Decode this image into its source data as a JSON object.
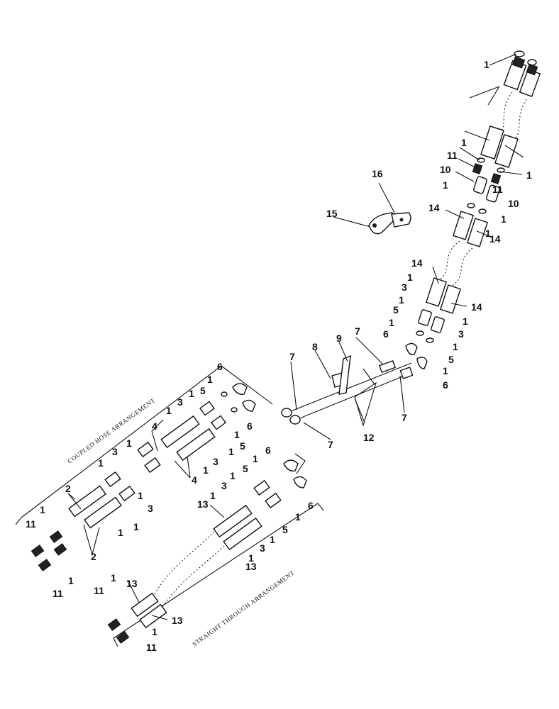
{
  "captions": {
    "coupled": "COUPLED HOSE ARRANGEMENT",
    "straight": "STRAIGHT THROUGH ARRANGEMENT"
  },
  "callouts": [
    "1",
    "1",
    "1",
    "11",
    "10",
    "1",
    "14",
    "1",
    "11",
    "10",
    "1",
    "14",
    "16",
    "15",
    "14",
    "1",
    "3",
    "1",
    "5",
    "1",
    "6",
    "14",
    "1",
    "3",
    "1",
    "5",
    "1",
    "6",
    "7",
    "8",
    "9",
    "7",
    "7",
    "12",
    "7",
    "6",
    "1",
    "5",
    "1",
    "3",
    "1",
    "4",
    "6",
    "1",
    "5",
    "1",
    "3",
    "1",
    "4",
    "1",
    "3",
    "1",
    "2",
    "1",
    "11",
    "1",
    "1",
    "3",
    "1",
    "2",
    "1",
    "11",
    "6",
    "1",
    "5",
    "1",
    "3",
    "1",
    "13",
    "6",
    "1",
    "5",
    "1",
    "3",
    "1",
    "13",
    "1",
    "11",
    "13",
    "13",
    "1",
    "11"
  ]
}
